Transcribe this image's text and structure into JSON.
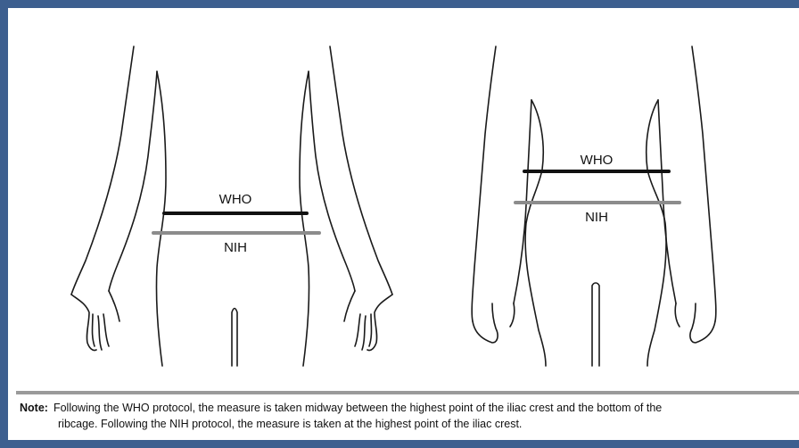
{
  "figures": [
    {
      "who_label": "WHO",
      "nih_label": "NIH"
    },
    {
      "who_label": "WHO",
      "nih_label": "NIH"
    }
  ],
  "colors": {
    "frame": "#3d5f8f",
    "who_line": "#111111",
    "nih_line": "#8c8c8c",
    "divider": "#9a9a9a"
  },
  "note": {
    "lead": "Note:",
    "line1": "Following the WHO protocol, the measure is taken midway between the highest point of the iliac crest and the bottom of the",
    "line2": "ribcage.  Following the NIH protocol, the measure is taken at the highest point of the iliac crest."
  }
}
